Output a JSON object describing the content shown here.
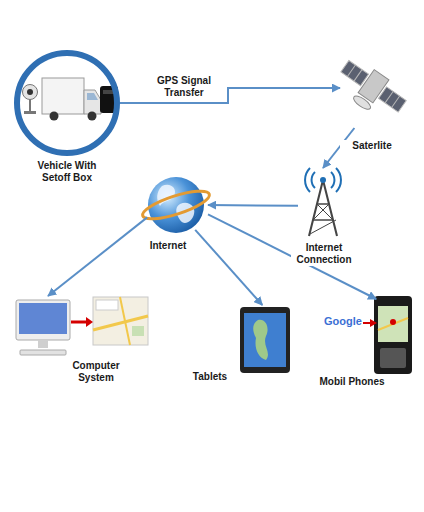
{
  "diagram": {
    "nodes": [
      {
        "text": [
          "Vehicle With Setoff Box"
        ]
      },
      {
        "text": [
          "Saterlite"
        ]
      },
      {
        "text": [
          "Internet Connection"
        ]
      },
      {
        "text": [
          "Internet"
        ]
      },
      {
        "text": [
          "Computer System"
        ]
      },
      {
        "text": [
          "Tablets"
        ]
      },
      {
        "text": [
          "Mobil Phones"
        ]
      }
    ],
    "edges": [
      {
        "from": 0,
        "to": 1,
        "arrow": "to",
        "label": "GPS Signal Transfer"
      },
      {
        "from": 1,
        "to": 2,
        "arrow": "to"
      },
      {
        "from": 2,
        "to": 3,
        "arrow": "to"
      },
      {
        "from": 3,
        "to": 4,
        "arrow": "to"
      },
      {
        "from": 3,
        "to": 5,
        "arrow": "to"
      },
      {
        "from": 3,
        "to": 6,
        "arrow": "to"
      }
    ],
    "labels": [
      "Google"
    ]
  }
}
